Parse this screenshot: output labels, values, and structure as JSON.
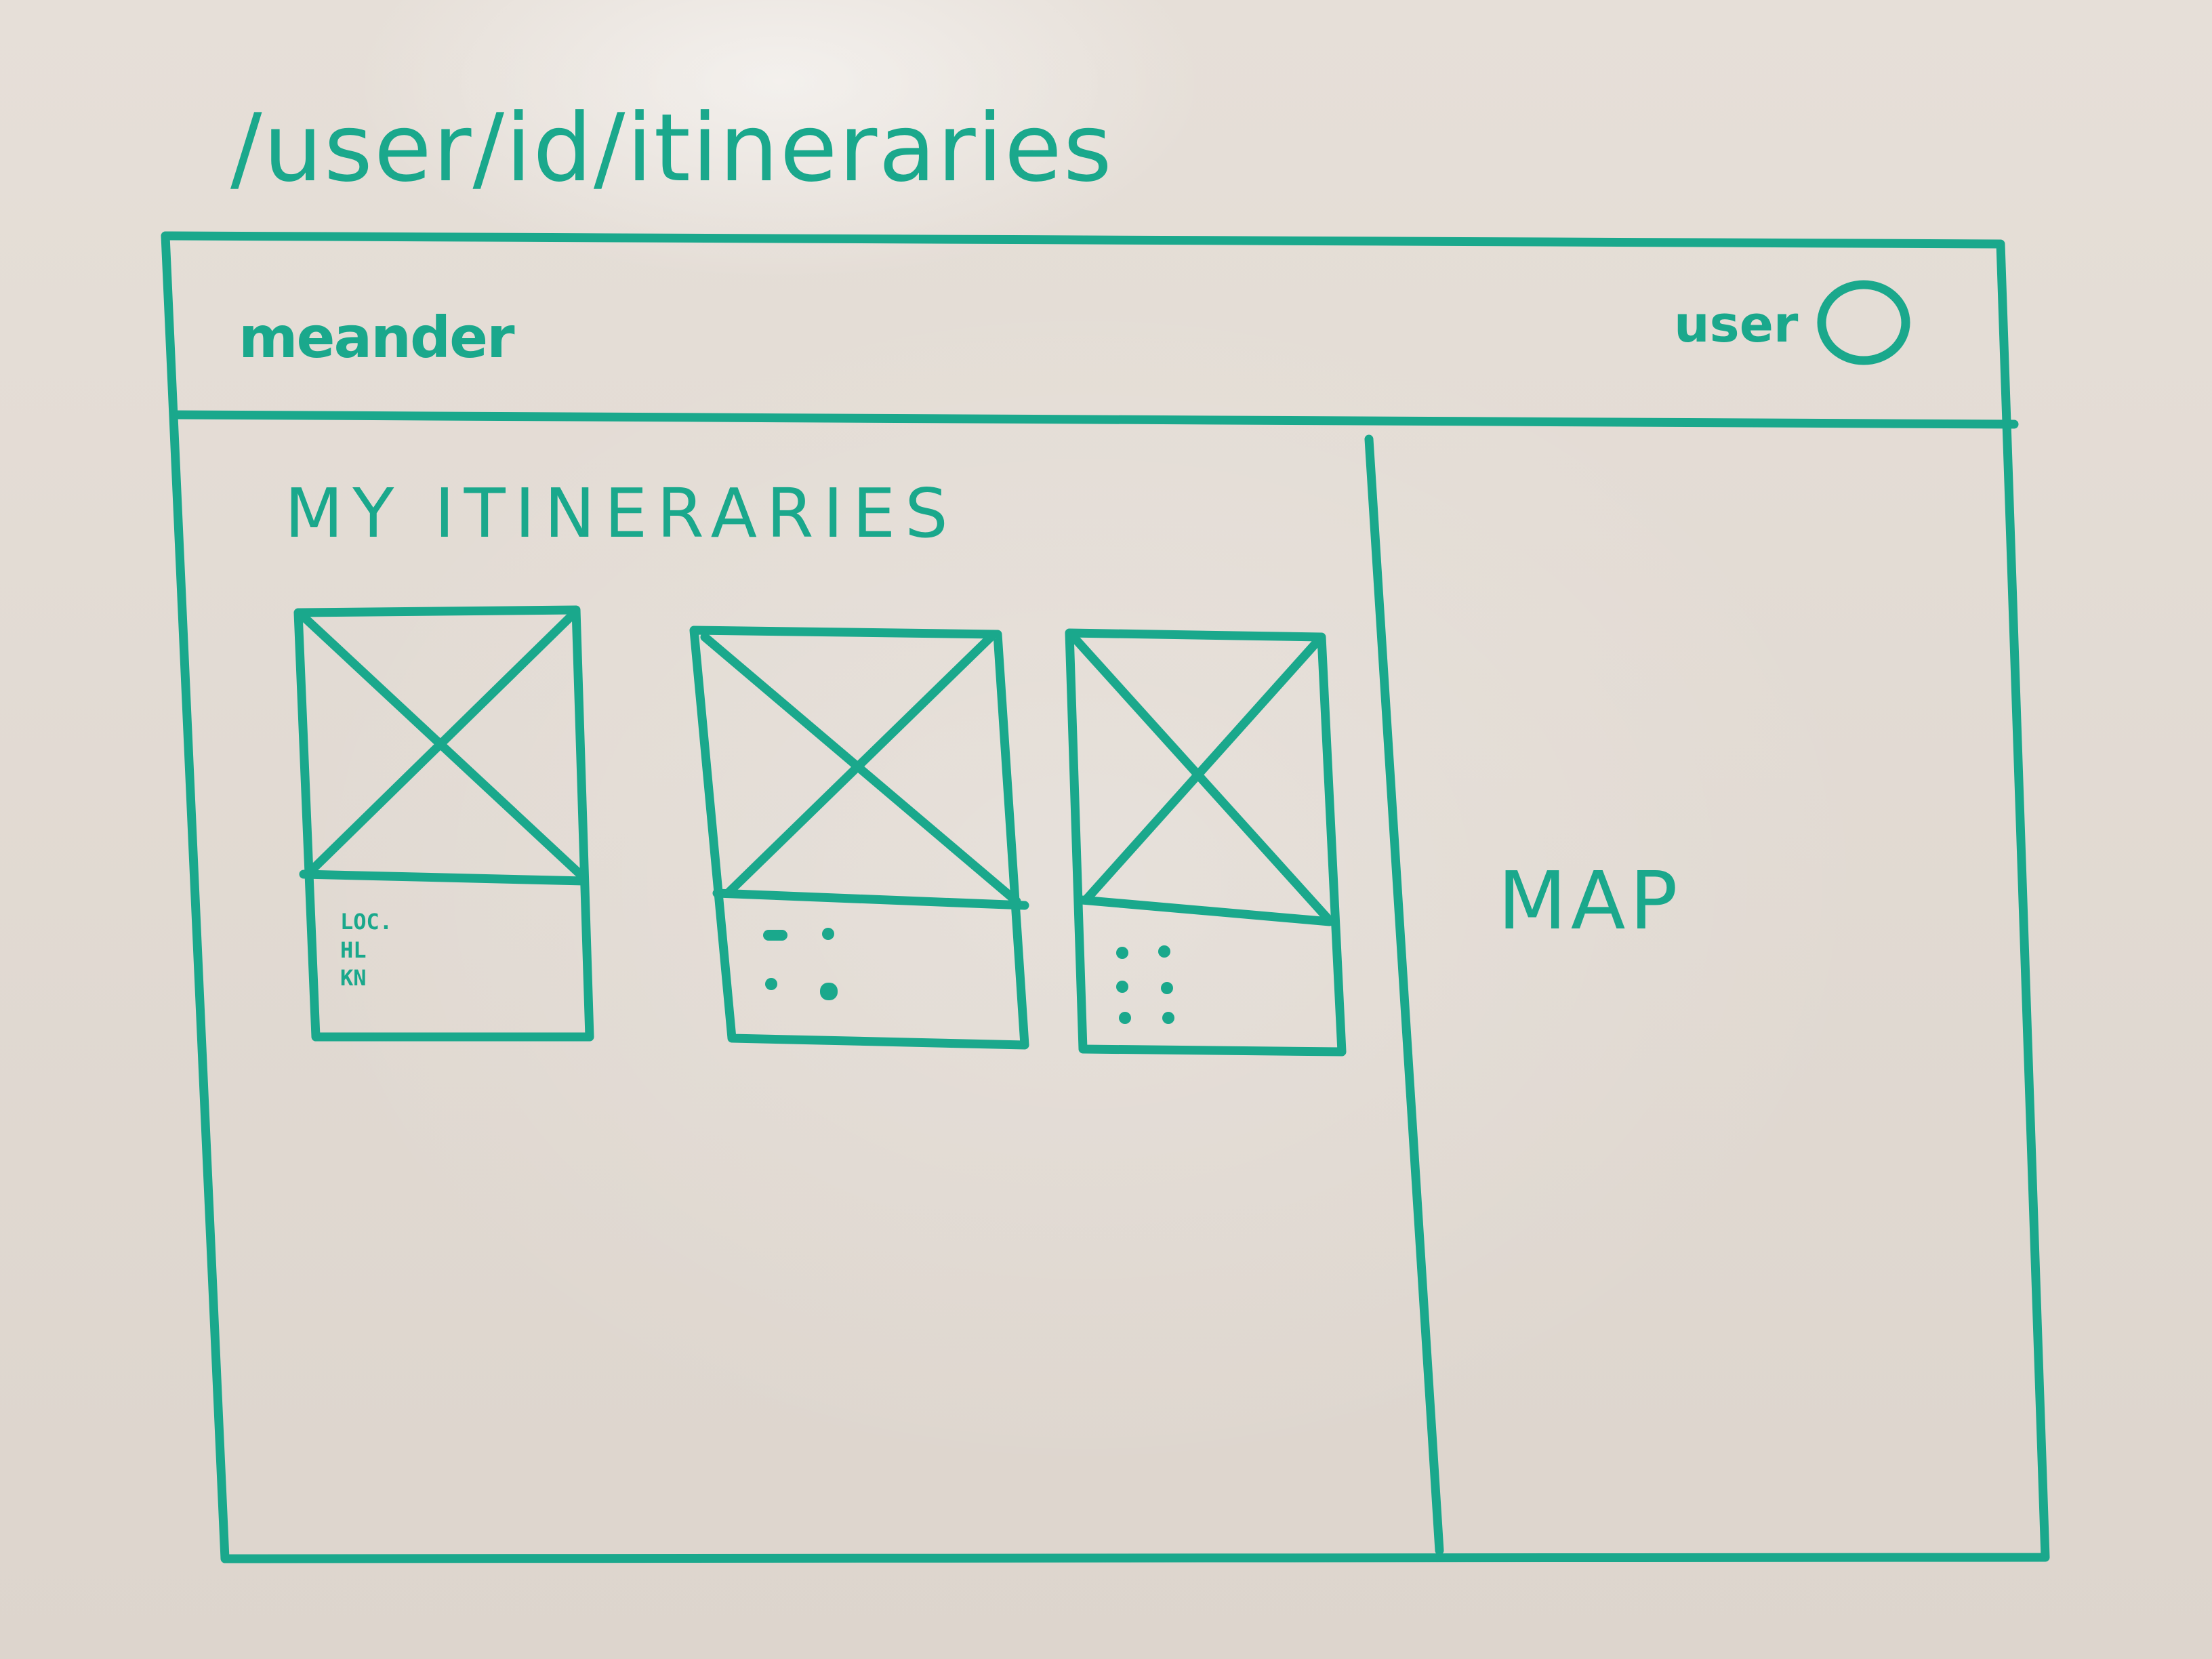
{
  "route": {
    "path": "/user/id/itineraries"
  },
  "header": {
    "logo": "meander",
    "user_label": "user",
    "avatar_icon": "circle-avatar-icon"
  },
  "main": {
    "heading": "MY ITINERARIES",
    "cards": [
      {
        "image_icon": "image-placeholder-icon",
        "caption": "LOC.\nHL\nKN"
      },
      {
        "image_icon": "image-placeholder-icon",
        "caption": ""
      },
      {
        "image_icon": "image-placeholder-icon",
        "caption": ""
      }
    ]
  },
  "map_panel": {
    "label": "MAP"
  },
  "colors": {
    "ink": "#1aa88c",
    "board": "#e6dfd8"
  }
}
